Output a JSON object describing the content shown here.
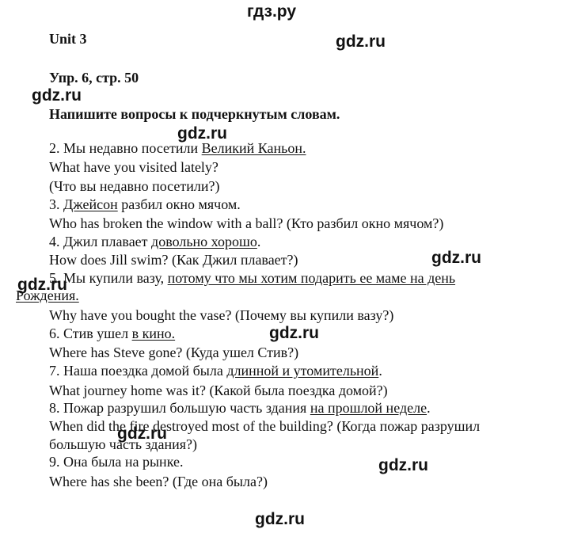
{
  "watermarks": {
    "top": "гдз.ру",
    "mark": "gdz.ru"
  },
  "header": {
    "unit": "Unit 3",
    "exercise": "Упр. 6, стр. 50",
    "task": "Напишите вопросы к подчеркнутым словам."
  },
  "lines": [
    {
      "pre": "2. Мы недавно посетили ",
      "u": "Великий Каньон.",
      "post": ""
    },
    {
      "pre": "What have you visited lately?",
      "u": "",
      "post": ""
    },
    {
      "pre": "(Что вы недавно посетили?)",
      "u": "",
      "post": ""
    },
    {
      "pre": "3. ",
      "u": "Джейсон",
      "post": " разбил окно мячом."
    },
    {
      "pre": "Who has broken the window with a ball? (Кто разбил окно мячом?)",
      "u": "",
      "post": ""
    },
    {
      "pre": "4. Джил плавает ",
      "u": "довольно хорошо",
      "post": "."
    },
    {
      "pre": "How does Jill swim? (Как Джил плавает?)",
      "u": "",
      "post": ""
    },
    {
      "pre": "5. Мы купили вазу, ",
      "u": "потому что мы хотим подарить ее маме на день",
      "post": ""
    },
    {
      "pre": "",
      "u": "Рождения.",
      "post": ""
    },
    {
      "pre": "Why have you bought the vase? (Почему вы купили вазу?)",
      "u": "",
      "post": ""
    },
    {
      "pre": "6. Стив ушел ",
      "u": "в кино.",
      "post": ""
    },
    {
      "pre": "Where has Steve gone? (Куда ушел Стив?)",
      "u": "",
      "post": ""
    },
    {
      "pre": "7. Наша поездка домой была ",
      "u": "длинной и утомительной",
      "post": "."
    },
    {
      "pre": "What journey home was it? (Какой была поездка домой?)",
      "u": "",
      "post": ""
    },
    {
      "pre": "8. Пожар разрушил большую часть здания ",
      "u": "на прошлой неделе",
      "post": "."
    },
    {
      "pre": "When did the fire destroyed most of the building? (Когда пожар разрушил",
      "u": "",
      "post": ""
    },
    {
      "pre": "большую часть здания?)",
      "u": "",
      "post": ""
    },
    {
      "pre": "9. Она была на рынке.",
      "u": "",
      "post": ""
    },
    {
      "pre": "Where has she been? (Где она была?)",
      "u": "",
      "post": ""
    }
  ]
}
